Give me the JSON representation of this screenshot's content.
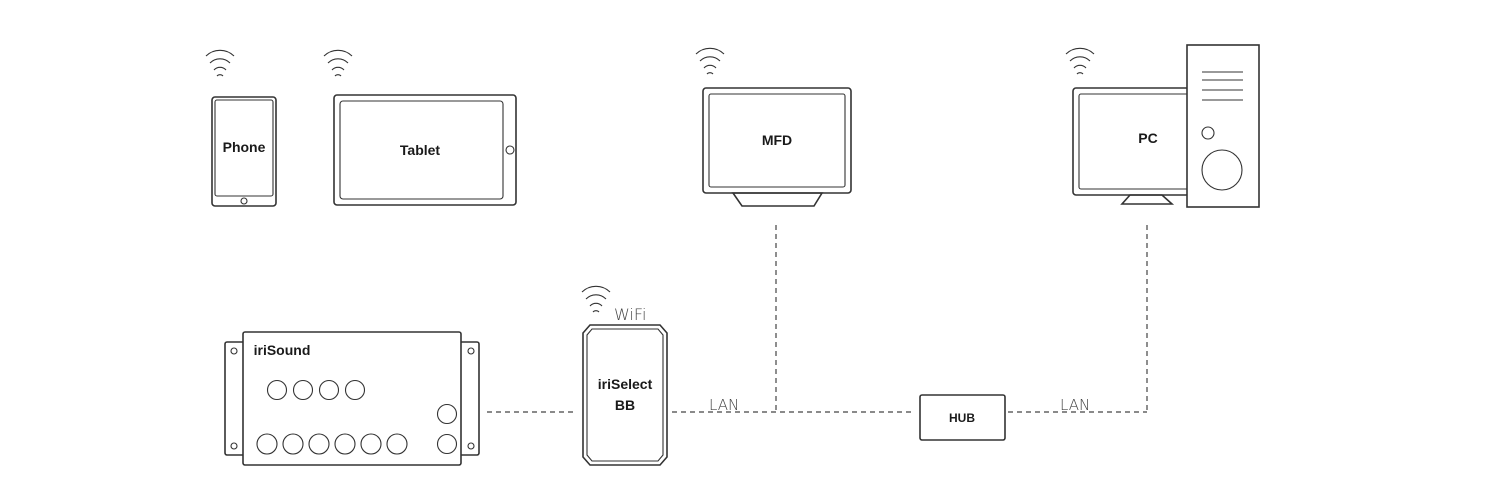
{
  "devices": {
    "phone": "Phone",
    "tablet": "Tablet",
    "mfd": "MFD",
    "pc": "PC",
    "irisound": "iriSound",
    "iriselect_line1": "iriSelect",
    "iriselect_line2": "BB",
    "hub": "HUB"
  },
  "links": {
    "wifi": "WiFi",
    "lan_left": "LAN",
    "lan_right": "LAN"
  }
}
